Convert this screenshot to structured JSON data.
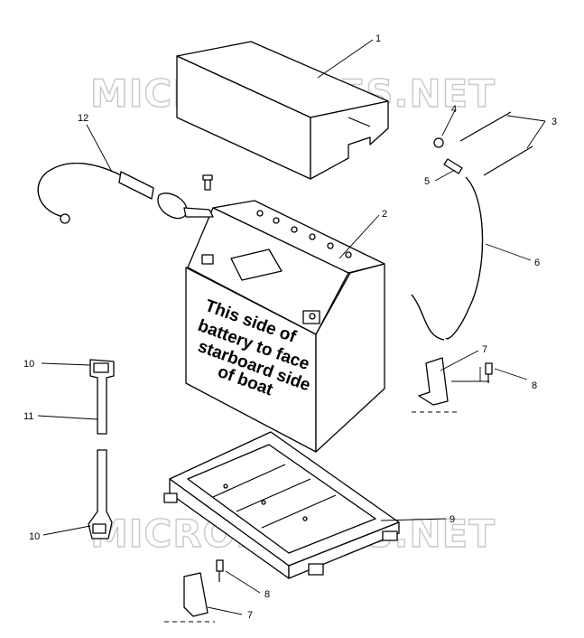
{
  "watermark": "MICROFICHES.NET",
  "battery_label": [
    "This side of",
    "battery to face",
    "starboard side",
    "of boat"
  ],
  "callouts": {
    "c1": "1",
    "c2": "2",
    "c3": "3",
    "c4": "4",
    "c5": "5",
    "c6": "6",
    "c7a": "7",
    "c7b": "7",
    "c8a": "8",
    "c8b": "8",
    "c9": "9",
    "c10a": "10",
    "c10b": "10",
    "c11": "11",
    "c12": "12"
  }
}
